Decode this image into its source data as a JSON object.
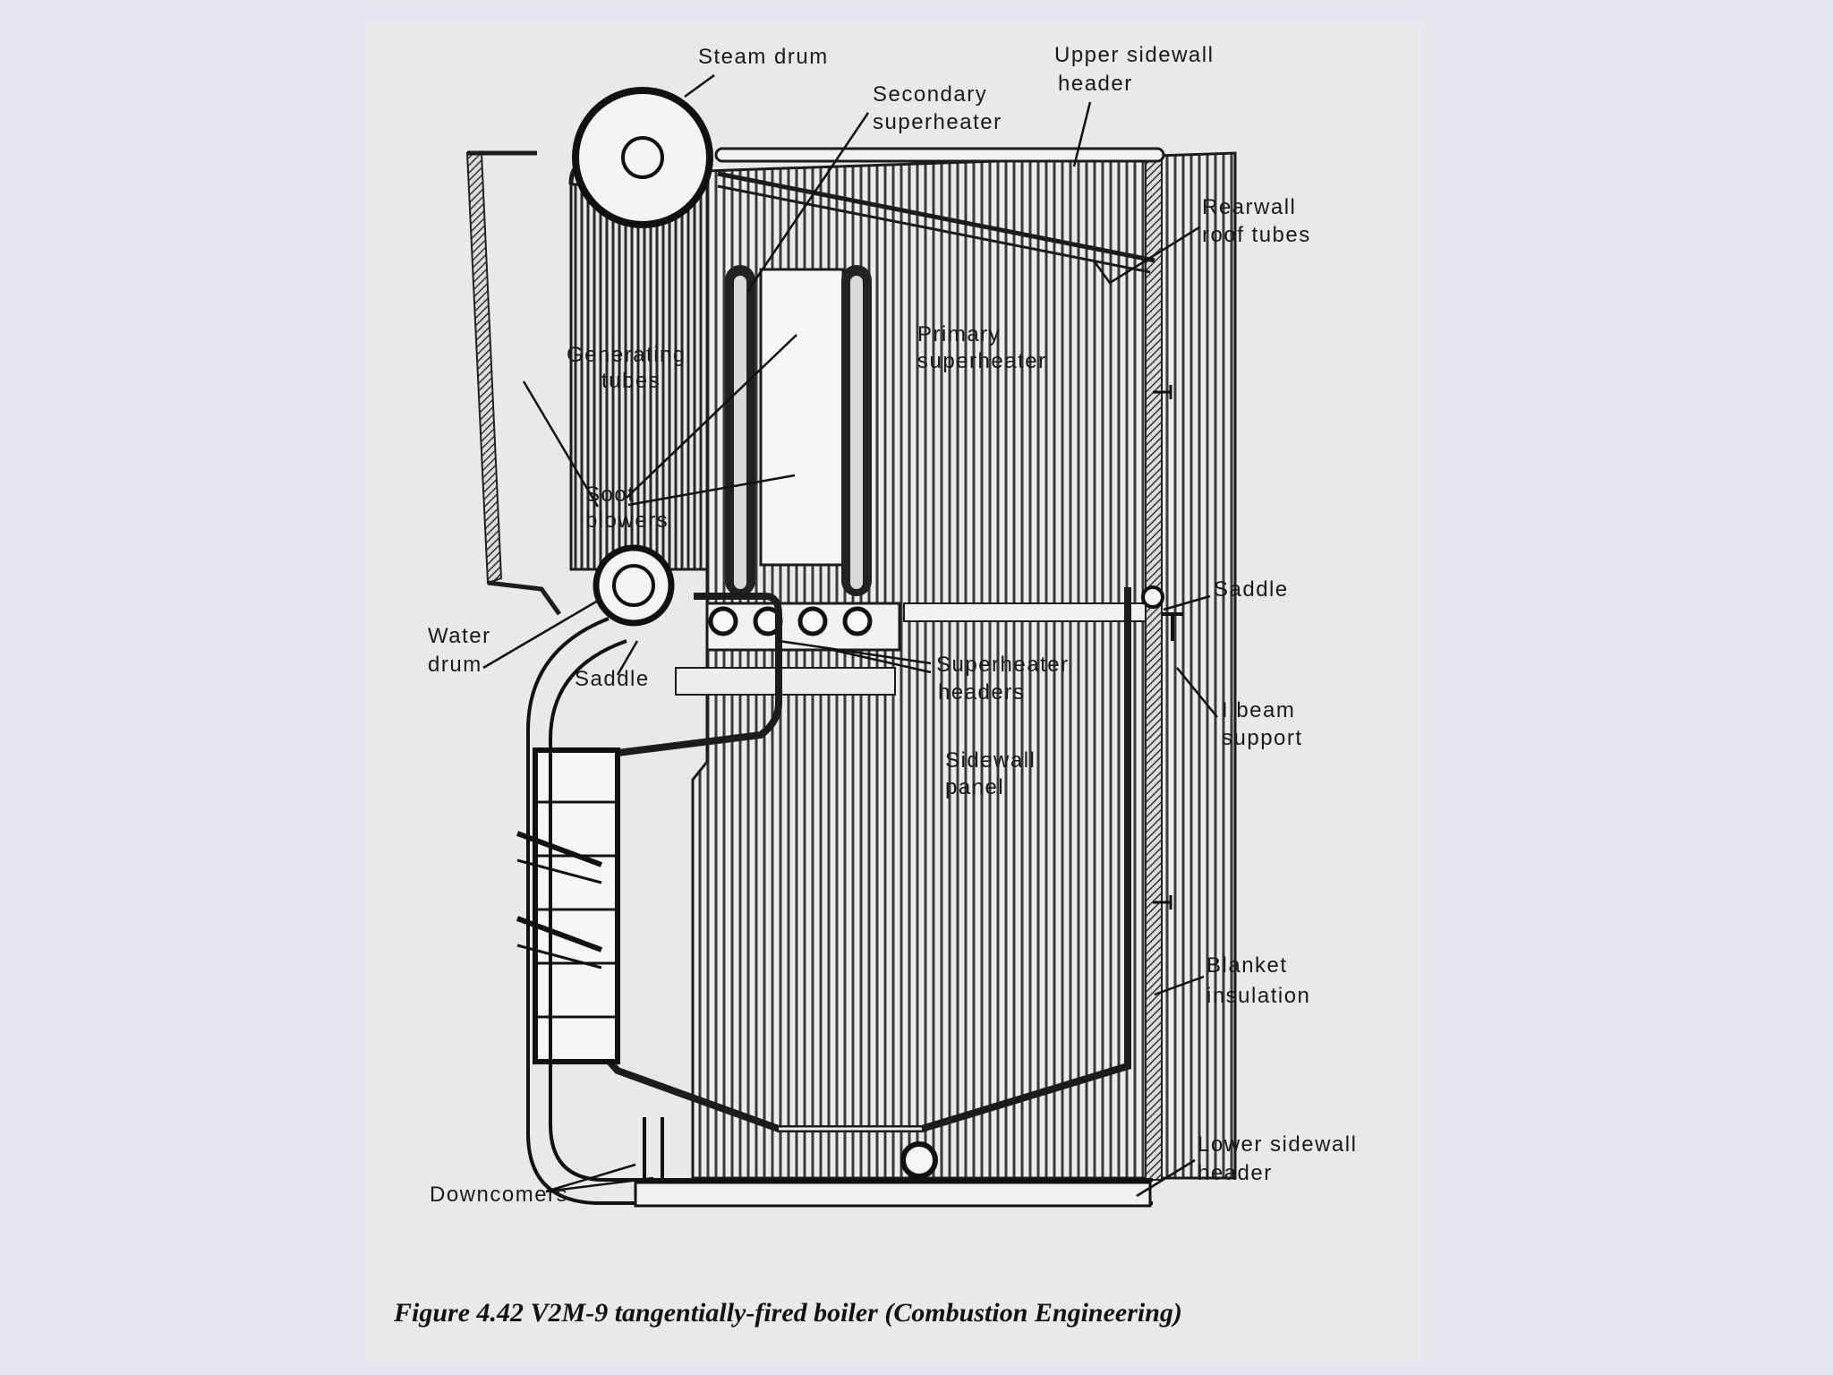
{
  "figure": {
    "caption": "Figure 4.42 V2M-9 tangentially-fired boiler (Combustion Engineering)",
    "labels": {
      "steam_drum": "Steam drum",
      "upper_sidewall_header_1": "Upper sidewall",
      "upper_sidewall_header_2": "header",
      "secondary_superheater_1": "Secondary",
      "secondary_superheater_2": "superheater",
      "rearwall_roof_tubes_1": "Rearwall",
      "rearwall_roof_tubes_2": "roof tubes",
      "primary_superheater_1": "Primary",
      "primary_superheater_2": "superheater",
      "generating_tubes_1": "Generating",
      "generating_tubes_2": "tubes",
      "soot_blowers_1": "Soot",
      "soot_blowers_2": "blowers",
      "saddle_right": "Saddle",
      "water_drum_1": "Water",
      "water_drum_2": "drum",
      "saddle_left": "Saddle",
      "superheater_headers_1": "Superheater",
      "superheater_headers_2": "headers",
      "i_beam_support_1": "I beam",
      "i_beam_support_2": "support",
      "sidewall_panel_1": "Sidewall",
      "sidewall_panel_2": "panel",
      "blanket_insulation_1": "Blanket",
      "blanket_insulation_2": "insulation",
      "lower_sidewall_header_1": "Lower sidewall",
      "lower_sidewall_header_2": "header",
      "downcomers": "Downcomers"
    }
  }
}
